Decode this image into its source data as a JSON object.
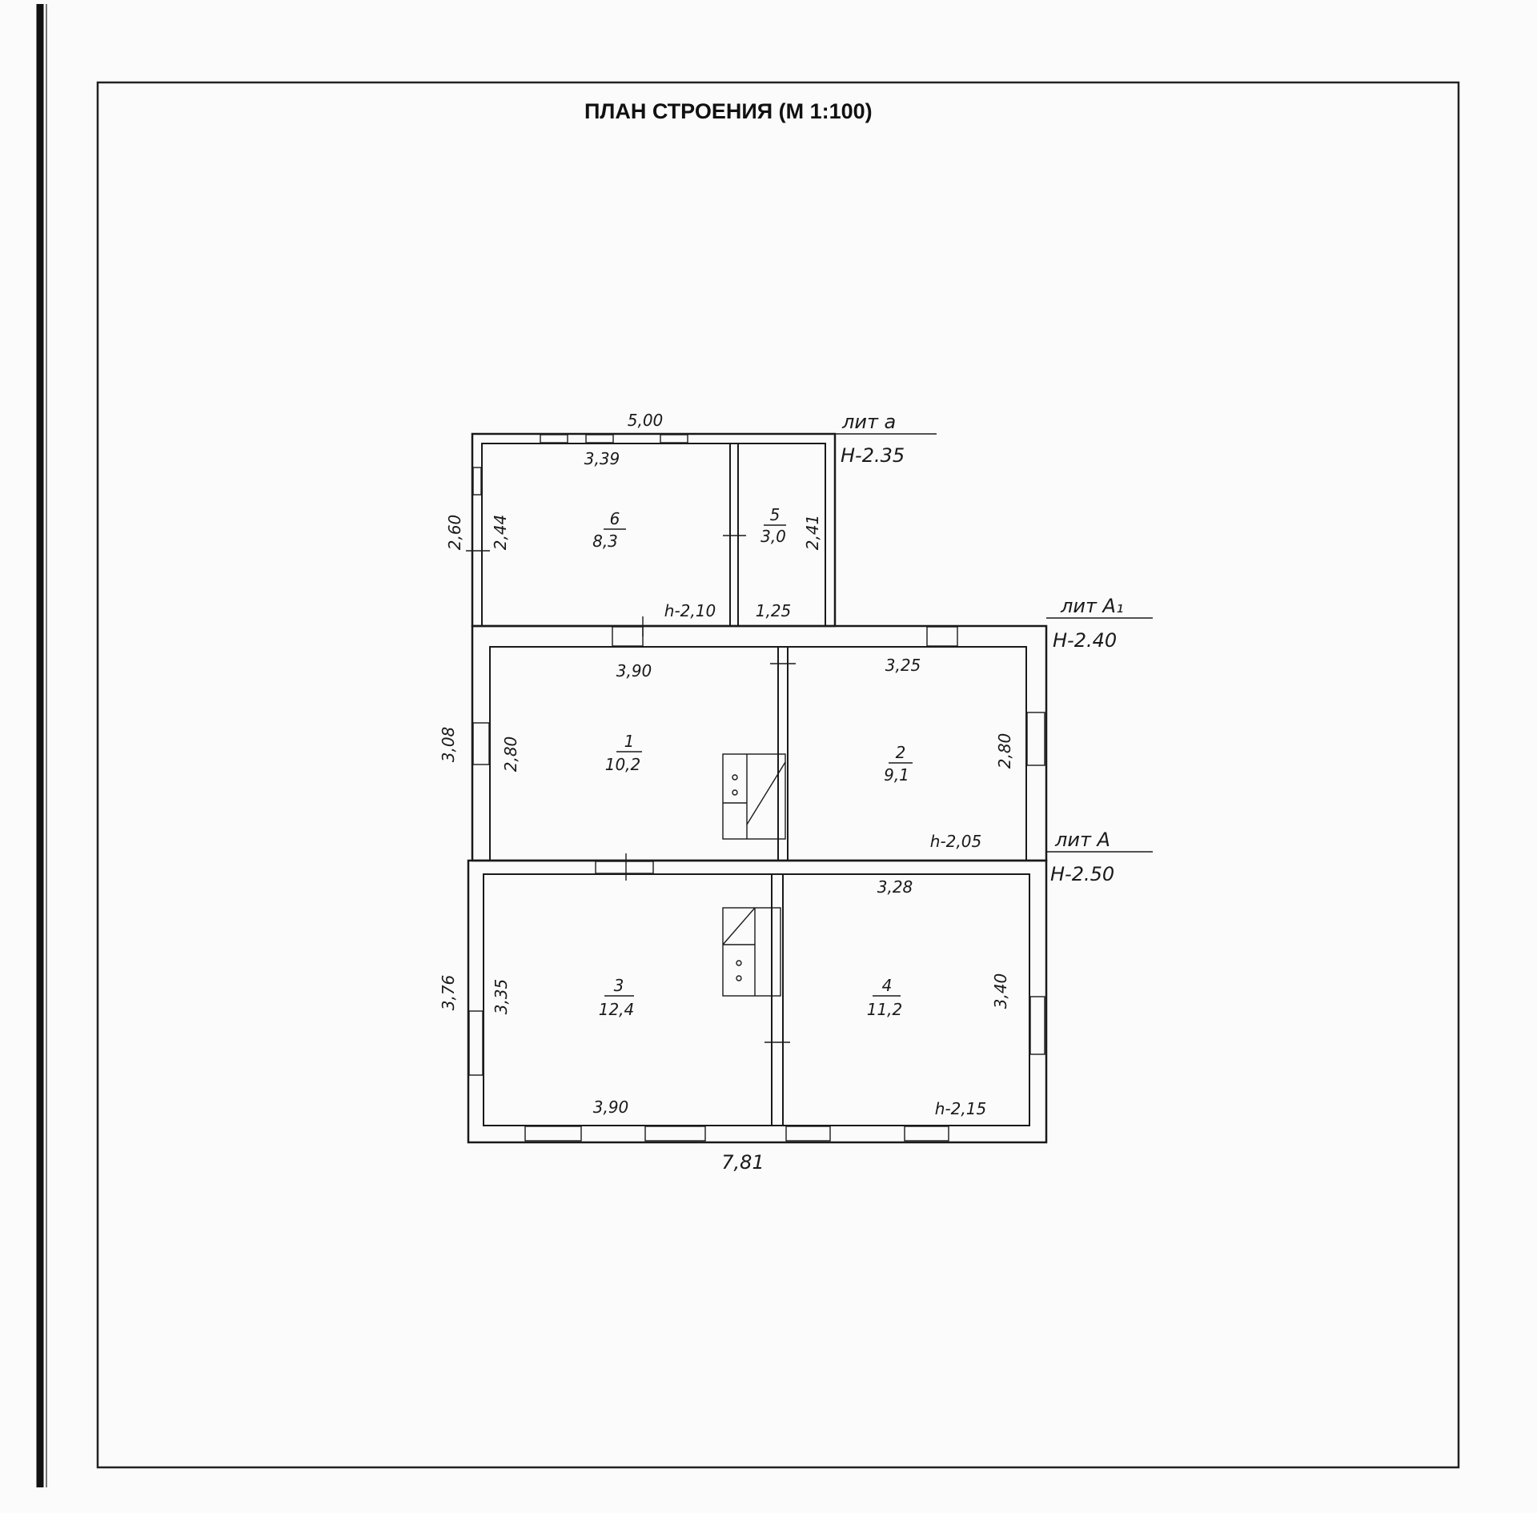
{
  "title": "ПЛАН СТРОЕНИЯ (М 1:100)",
  "liters": [
    {
      "name": "лит а",
      "height": "Н-2.35"
    },
    {
      "name": "лит А₁",
      "height": "Н-2.40"
    },
    {
      "name": "лит А",
      "height": "Н-2.50"
    }
  ],
  "rooms": [
    {
      "number": "1",
      "area": "10,2"
    },
    {
      "number": "2",
      "area": "9,1"
    },
    {
      "number": "3",
      "area": "12,4"
    },
    {
      "number": "4",
      "area": "11,2"
    },
    {
      "number": "5",
      "area": "3,0"
    },
    {
      "number": "6",
      "area": "8,3"
    }
  ],
  "dimensions": {
    "top_overall": "5,00",
    "room6_width": "3,39",
    "room6_height_outer": "2,60",
    "room6_height_inner": "2,44",
    "room5_height": "2,41",
    "room5_width": "1,25",
    "lit_a_ceiling": "h-2,10",
    "room1_width": "3,90",
    "room2_width": "3,25",
    "a1_outer_height": "3,08",
    "room1_height": "2,80",
    "room2_height": "2,80",
    "a1_ceiling": "h-2,05",
    "room4_width": "3,28",
    "a_outer_height": "3,76",
    "room3_height": "3,35",
    "room4_height": "3,40",
    "room3_width": "3,90",
    "a_ceiling": "h-2,15",
    "bottom_overall": "7,81"
  }
}
